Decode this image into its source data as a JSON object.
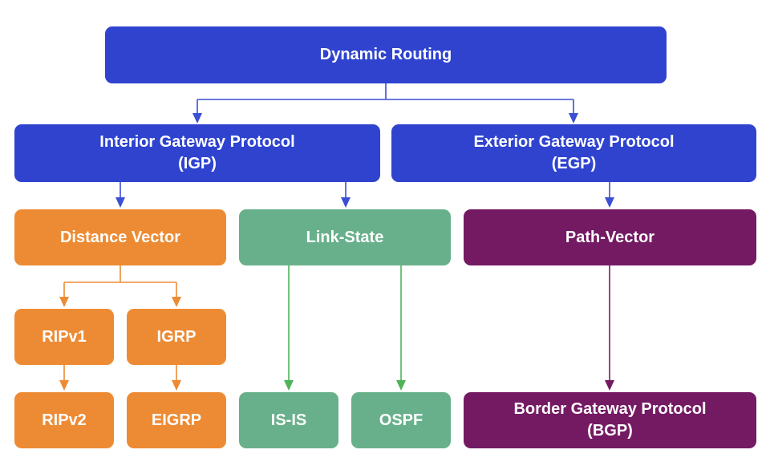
{
  "diagram": {
    "root": {
      "label": "Dynamic Routing"
    },
    "igp": {
      "line1": "Interior Gateway Protocol",
      "line2": "(IGP)"
    },
    "egp": {
      "line1": "Exterior Gateway Protocol",
      "line2": "(EGP)"
    },
    "distance_vector": {
      "label": "Distance Vector"
    },
    "link_state": {
      "label": "Link-State"
    },
    "path_vector": {
      "label": "Path-Vector"
    },
    "ripv1": {
      "label": "RIPv1"
    },
    "igrp": {
      "label": "IGRP"
    },
    "ripv2": {
      "label": "RIPv2"
    },
    "eigrp": {
      "label": "EIGRP"
    },
    "isis": {
      "label": "IS-IS"
    },
    "ospf": {
      "label": "OSPF"
    },
    "bgp": {
      "line1": "Border Gateway Protocol",
      "line2": "(BGP)"
    }
  },
  "colors": {
    "blue": "#2f43cf",
    "orange": "#ed8b34",
    "green": "#68b08b",
    "purple": "#741a63",
    "blue_line": "#3a4fd4",
    "orange_line": "#ed8b34",
    "green_line": "#4fb35a",
    "purple_line": "#741a63"
  }
}
